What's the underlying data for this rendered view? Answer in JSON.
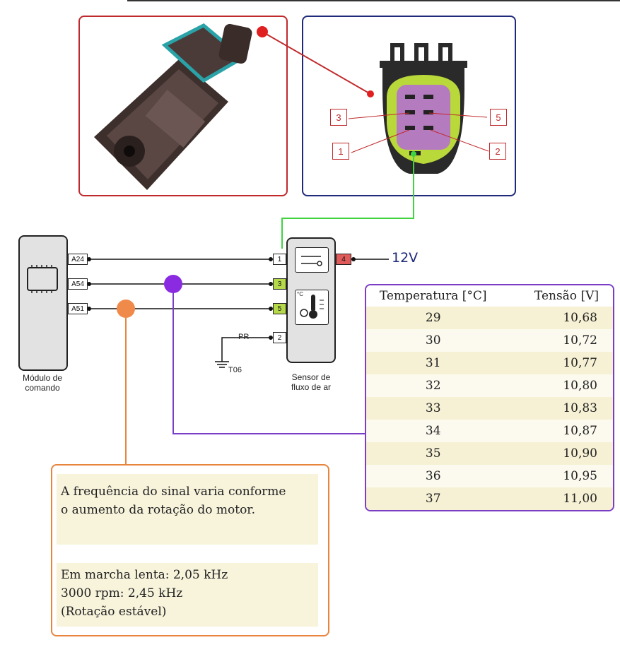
{
  "module": {
    "label_line1": "Módulo de",
    "label_line2": "comando",
    "pins": [
      "A24",
      "A54",
      "A51"
    ]
  },
  "sensor": {
    "label_line1": "Sensor de",
    "label_line2": "fluxo de ar",
    "pins": [
      "1",
      "3",
      "5",
      "2",
      "4"
    ],
    "icon_unit": "°C"
  },
  "ground": {
    "pr_label": "PR",
    "ground_label": "T06"
  },
  "supply_label": "12V",
  "connector": {
    "pin_labels": [
      "3",
      "5",
      "1",
      "2"
    ]
  },
  "table": {
    "header": [
      "Temperatura [°C]",
      "Tensão [V]"
    ],
    "rows": [
      [
        "29",
        "10,68"
      ],
      [
        "30",
        "10,72"
      ],
      [
        "31",
        "10,77"
      ],
      [
        "32",
        "10,80"
      ],
      [
        "33",
        "10,83"
      ],
      [
        "34",
        "10,87"
      ],
      [
        "35",
        "10,90"
      ],
      [
        "36",
        "10,95"
      ],
      [
        "37",
        "11,00"
      ]
    ]
  },
  "info": {
    "line1": "A frequência do sinal varia conforme",
    "line2": "o aumento da rotação do motor.",
    "line3": "Em marcha lenta: 2,05 kHz",
    "line4": "3000 rpm: 2,45 kHz",
    "line5": "(Rotação estável)"
  },
  "colors": {
    "red": "#c0292b",
    "navy": "#1f2a7a",
    "green": "#3fd43f",
    "purple": "#7b3cc6",
    "orange": "#e8853d",
    "pin_green": "#b6d94a",
    "pin_red": "#e05a5a"
  }
}
